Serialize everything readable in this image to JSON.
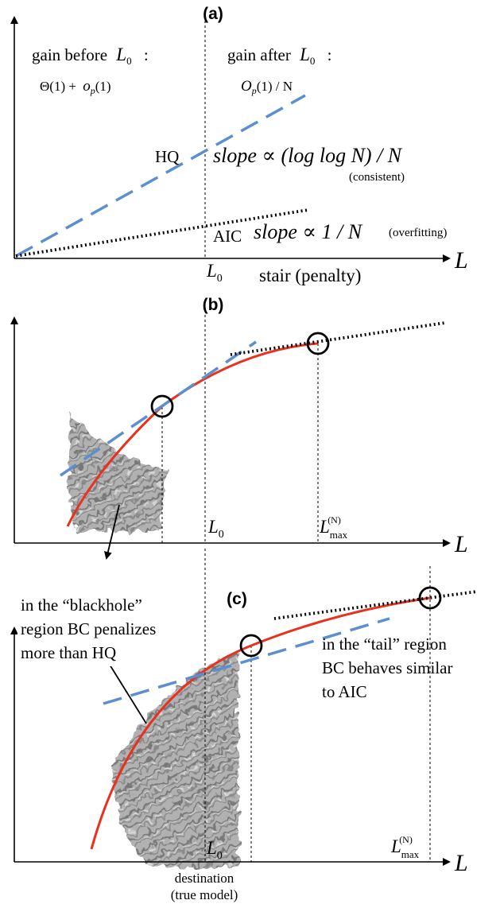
{
  "panel_a": {
    "label": "(a)",
    "gain_before": "gain before",
    "gain_after": "gain after",
    "L0_base": "L",
    "L0_sub": "0",
    "colon": ":",
    "theta_term": "Θ(1) +",
    "op_o": "o",
    "op_O": "O",
    "p_sub": "p",
    "op_arg": "(1)",
    "op_after_tail": "(1) / N",
    "hq_label": "HQ",
    "hq_slope": "slope ∝ (log log N) / N",
    "hq_note": "(consistent)",
    "aic_label": "AIC",
    "aic_slope": "slope ∝ 1 / N",
    "aic_note": "(overfitting)",
    "axis_L": "L",
    "stair": "stair (penalty)"
  },
  "panel_b": {
    "label": "(b)",
    "L0_base": "L",
    "L0_sub": "0",
    "Lmax_base": "L",
    "Lmax_sub": "max",
    "Lmax_sup": "(N)",
    "axis_L": "L"
  },
  "panel_c": {
    "label": "(c)",
    "blackhole_text": [
      "in the “blackhole”",
      "region BC penalizes",
      "more than HQ"
    ],
    "tail_text": [
      "in the “tail” region",
      "BC behaves similar",
      "to AIC"
    ],
    "L0_base": "L",
    "L0_sub": "0",
    "Lmax_base": "L",
    "Lmax_sub": "max",
    "Lmax_sup": "(N)",
    "axis_L": "L",
    "destination": [
      "destination",
      "(true model)"
    ]
  },
  "colors": {
    "curve": "#e8311e",
    "dashed": "#5b8fd0",
    "dotted": "#000000",
    "blob": "#8a8a8a"
  }
}
